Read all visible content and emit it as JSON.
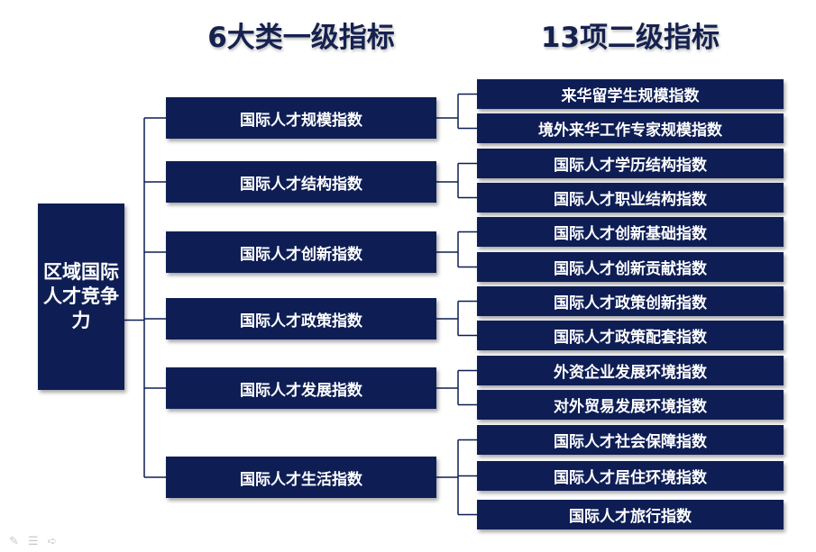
{
  "headings": {
    "level1": "6大类一级指标",
    "level2": "13项二级指标"
  },
  "root": {
    "label": "区域国际人才竞争力"
  },
  "categories": [
    {
      "label": "国际人才规模指数",
      "children": [
        "来华留学生规模指数",
        "境外来华工作专家规模指数"
      ]
    },
    {
      "label": "国际人才结构指数",
      "children": [
        "国际人才学历结构指数",
        "国际人才职业结构指数"
      ]
    },
    {
      "label": "国际人才创新指数",
      "children": [
        "国际人才创新基础指数",
        "国际人才创新贡献指数"
      ]
    },
    {
      "label": "国际人才政策指数",
      "children": [
        "国际人才政策创新指数",
        "国际人才政策配套指数"
      ]
    },
    {
      "label": "国际人才发展指数",
      "children": [
        "外资企业发展环境指数",
        "对外贸易发展环境指数"
      ]
    },
    {
      "label": "国际人才生活指数",
      "children": [
        "国际人才社会保障指数",
        "国际人才居住环境指数",
        "国际人才旅行指数"
      ]
    }
  ],
  "colors": {
    "box": "#0e1e55",
    "line": "#0e1e55",
    "heading": "#15214f"
  },
  "icons": [
    "pen-icon",
    "menu-icon",
    "arrow-icon"
  ]
}
